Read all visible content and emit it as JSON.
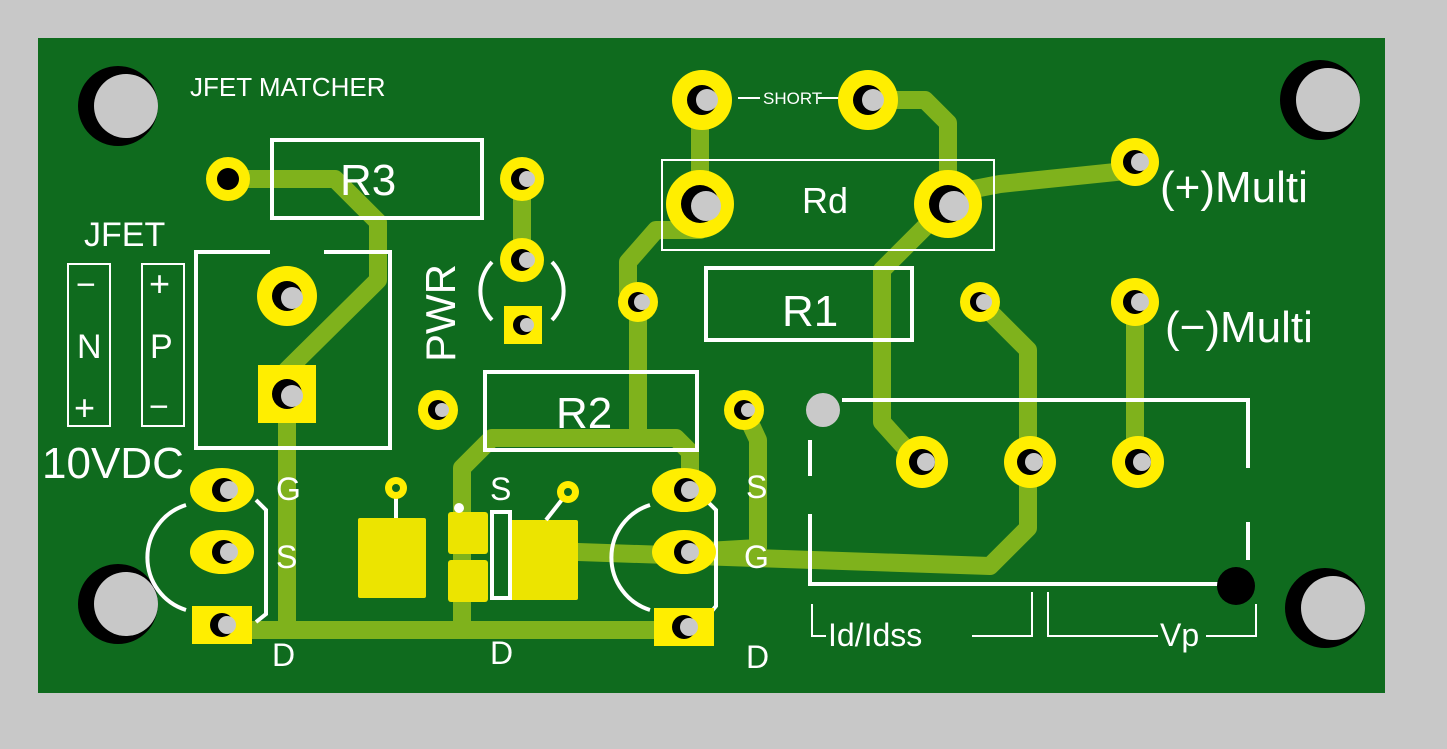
{
  "colors": {
    "background": "#c8c8c8",
    "board": "#0f6b1e",
    "trace": "#7fb21c",
    "pad": "#ffee00",
    "pad_hole": "#c9c9c9",
    "silkscreen": "#ffffff",
    "smd_pad": "#ece400",
    "mount_hole": "#000000"
  },
  "board": {
    "title": "JFET MATCHER"
  },
  "labels": {
    "short": "SHORT",
    "jfet": "JFET",
    "pol_minus_n": "−",
    "n": "N",
    "pol_plus_n": "+",
    "pol_plus_p": "+",
    "p": "P",
    "pol_minus_p": "−",
    "supply": "10VDC",
    "pwr": "PWR",
    "multi_plus": "(+)Multi",
    "multi_minus": "(−)Multi",
    "id_idss": "Id/Idss",
    "vp": "Vp"
  },
  "components": {
    "r3": "R3",
    "rd": "Rd",
    "r1": "R1",
    "r2": "R2"
  },
  "left_jfet": {
    "g": "G",
    "s": "S",
    "d": "D"
  },
  "mid_labels": {
    "s": "S",
    "d": "D"
  },
  "right_jfet": {
    "s": "S",
    "g": "G",
    "d": "D"
  }
}
